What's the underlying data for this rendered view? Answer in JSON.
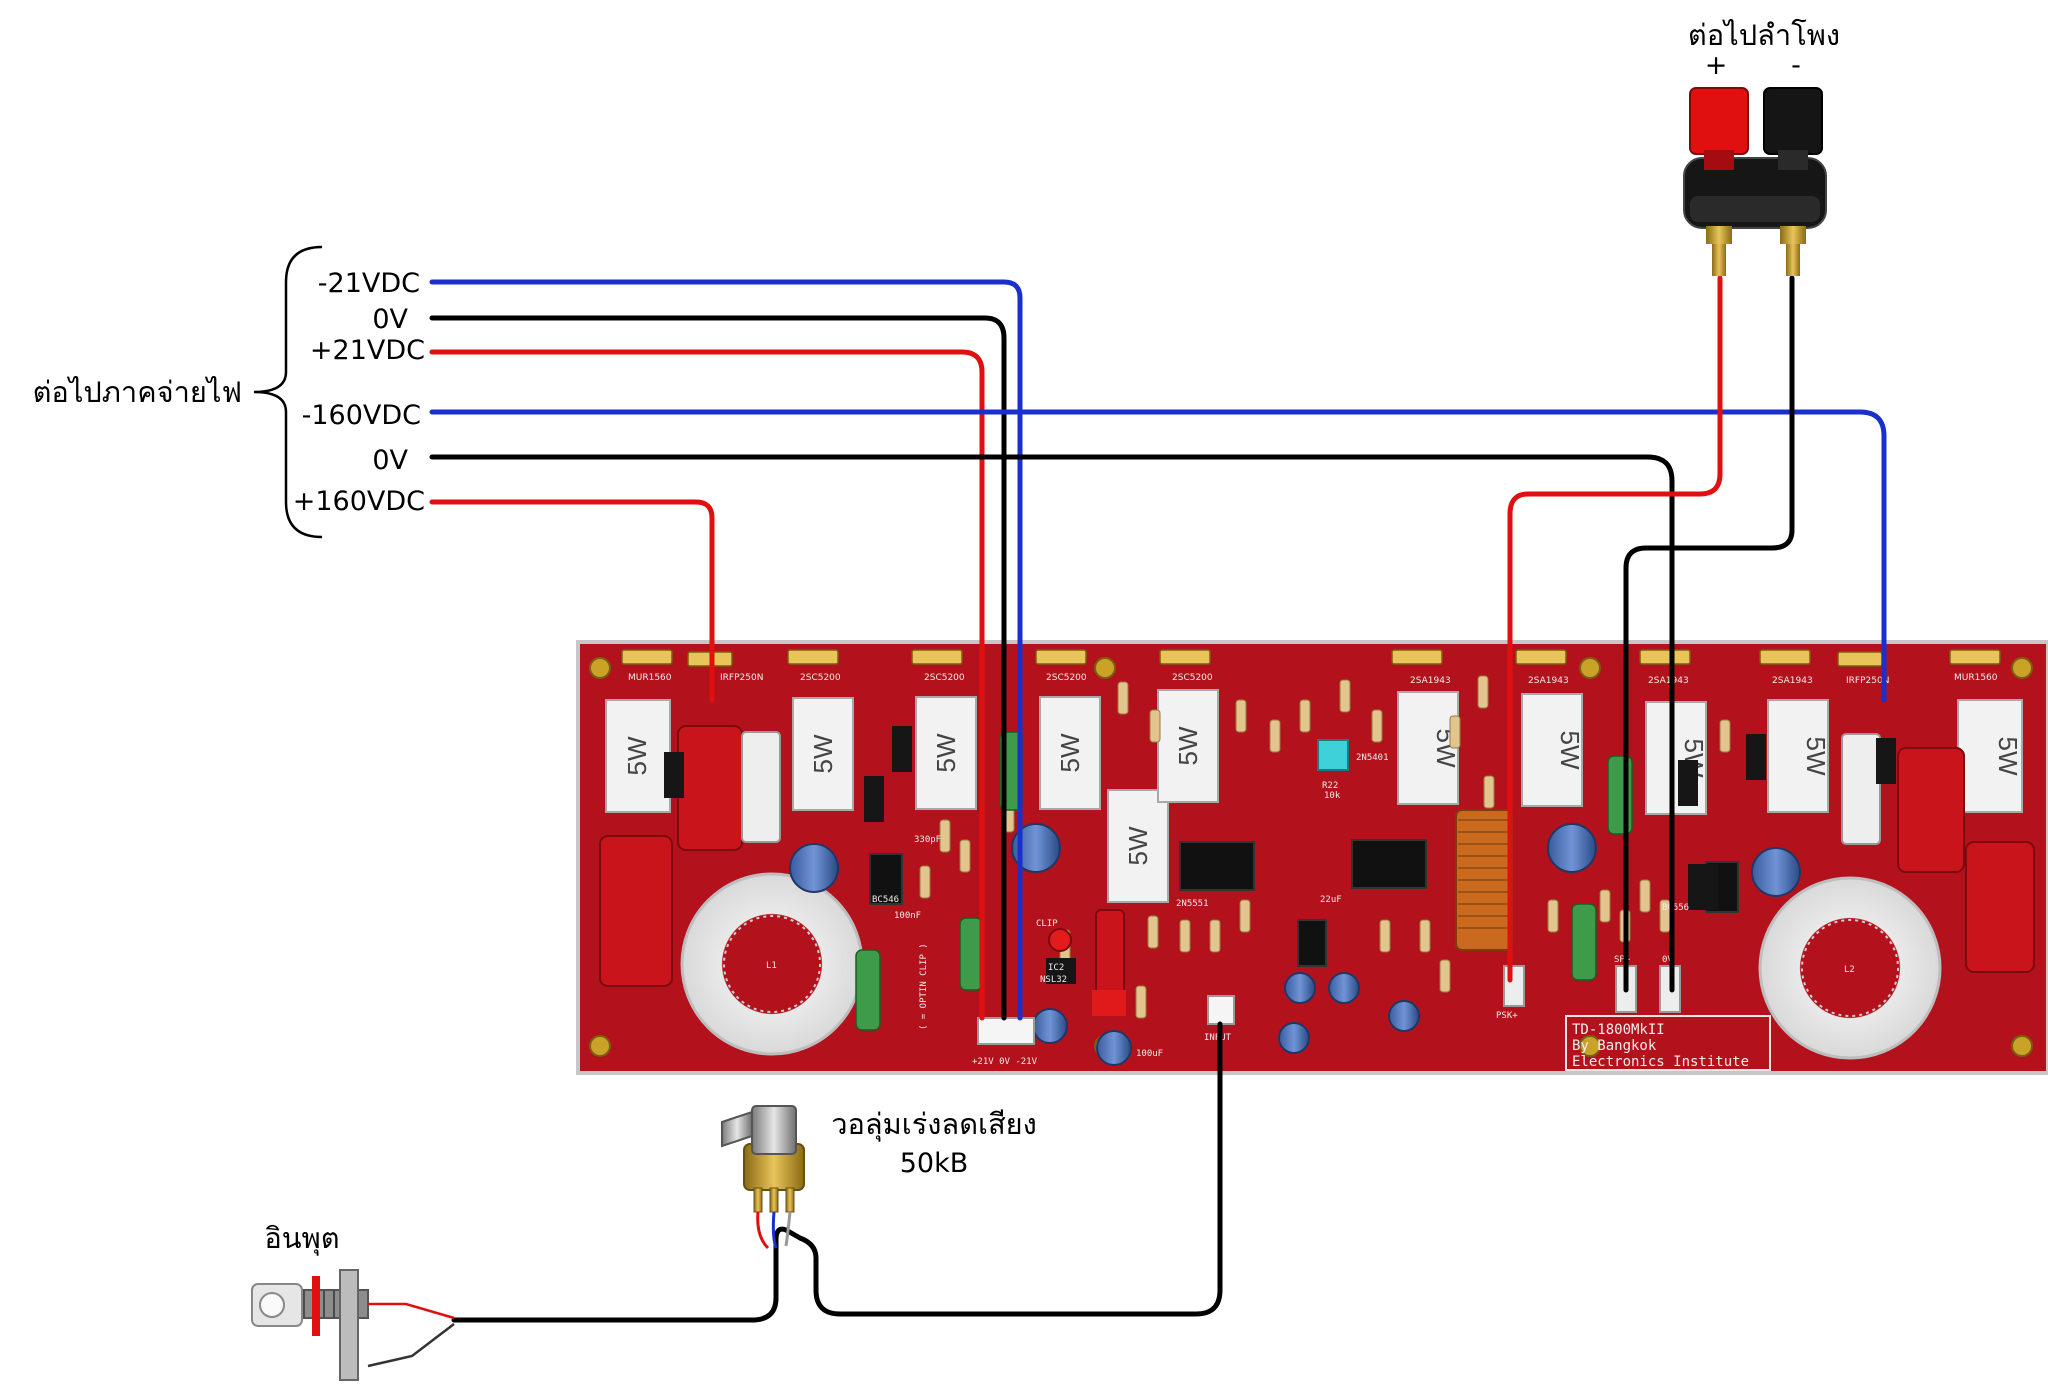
{
  "labels": {
    "power_supply": "ต่อไปภาคจ่ายไฟ",
    "speaker": "ต่อไปลำโพง",
    "speaker_plus": "+",
    "speaker_minus": "-",
    "volume_name": "วอลุ่มเร่งลดเสียง",
    "volume_value": "50kB",
    "input": "อินพุต"
  },
  "rails": [
    {
      "label": "-21VDC",
      "color": "#1a2fcc"
    },
    {
      "label": "0V",
      "color": "#000000"
    },
    {
      "label": "+21VDC",
      "color": "#e01010"
    },
    {
      "label": "-160VDC",
      "color": "#1a2fcc"
    },
    {
      "label": "0V",
      "color": "#000000"
    },
    {
      "label": "+160VDC",
      "color": "#e01010"
    }
  ],
  "board": {
    "color": "#b3121c",
    "resistor_label": "5W",
    "title_lines": [
      "TD-1800MkII",
      "By Bangkok",
      "Electronics Institute"
    ],
    "silkscreen": [
      "MUR1560",
      "IRFP250N",
      "2SC5200",
      "2SC5200",
      "2SC5200",
      "2SC5200",
      "2SA1943",
      "2SA1943",
      "2SA1943",
      "2SA1943",
      "IRFP250N",
      "MUR1560",
      "+21V 0V -21V",
      "( = OPTIN CLIP )",
      "INPUT",
      "PSK+",
      "SP+",
      "0V",
      "L1",
      "L2",
      "CLIP",
      "IC2",
      "NSL32",
      "R22",
      "10k",
      "2N5551",
      "2N5401",
      "330pF",
      "100nF",
      "22uF",
      "100uF",
      "BC546",
      "BC556"
    ]
  },
  "colors": {
    "wire_red": "#e01010",
    "wire_blue": "#1a2fcc",
    "wire_black": "#000000",
    "pcb": "#b3121c",
    "resistor_body": "#f2f2f2",
    "cap_red": "#c9141c"
  }
}
